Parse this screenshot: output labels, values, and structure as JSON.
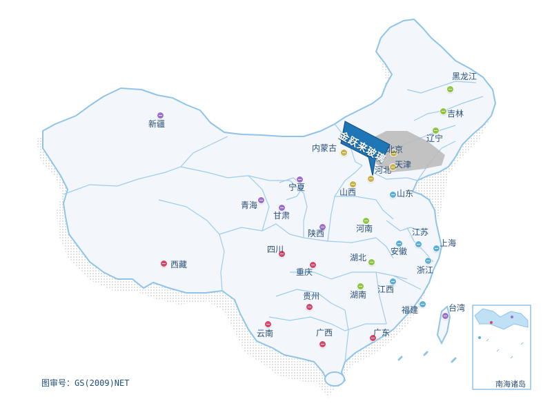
{
  "map": {
    "approval_number": "图审号：GS(2009)NET",
    "inset_label": "南海诸岛",
    "callout_text": "金跃来玻璃",
    "colors": {
      "land": "#f3f7fb",
      "border": "#8ec3ea",
      "shadow": "#c8c8c8",
      "callout": "#1f76b7",
      "highlight": "#b9b9b9"
    },
    "provinces": [
      {
        "name": "新疆",
        "marker_color": "#9b6fd2"
      },
      {
        "name": "西藏",
        "marker_color": "#d6456a"
      },
      {
        "name": "青海",
        "marker_color": "#9b6fd2"
      },
      {
        "name": "甘肃",
        "marker_color": "#9b6fd2"
      },
      {
        "name": "宁夏",
        "marker_color": "#9b6fd2"
      },
      {
        "name": "内蒙古",
        "marker_color": "#c8b14a"
      },
      {
        "name": "陕西",
        "marker_color": "#9b6fd2"
      },
      {
        "name": "四川",
        "marker_color": "#d6456a"
      },
      {
        "name": "重庆",
        "marker_color": "#d6456a"
      },
      {
        "name": "贵州",
        "marker_color": "#d6456a"
      },
      {
        "name": "云南",
        "marker_color": "#d6456a"
      },
      {
        "name": "广西",
        "marker_color": "#d6456a"
      },
      {
        "name": "广东",
        "marker_color": "#d6456a"
      },
      {
        "name": "湖南",
        "marker_color": "#8cc63f"
      },
      {
        "name": "湖北",
        "marker_color": "#8cc63f"
      },
      {
        "name": "河南",
        "marker_color": "#8cc63f"
      },
      {
        "name": "山西",
        "marker_color": "#c8b14a"
      },
      {
        "name": "河北",
        "marker_color": "#c8b14a"
      },
      {
        "name": "北京",
        "marker_color": "#c8b14a"
      },
      {
        "name": "天津",
        "marker_color": "#c8b14a"
      },
      {
        "name": "山东",
        "marker_color": "#5aaed8"
      },
      {
        "name": "江苏",
        "marker_color": "#5aaed8"
      },
      {
        "name": "安徽",
        "marker_color": "#5aaed8"
      },
      {
        "name": "上海",
        "marker_color": "#5aaed8"
      },
      {
        "name": "浙江",
        "marker_color": "#5aaed8"
      },
      {
        "name": "江西",
        "marker_color": "#5aaed8"
      },
      {
        "name": "福建",
        "marker_color": "#5aaed8"
      },
      {
        "name": "台湾",
        "marker_color": "#9b6fd2"
      },
      {
        "name": "辽宁",
        "marker_color": "#8cc63f"
      },
      {
        "name": "吉林",
        "marker_color": "#8cc63f"
      },
      {
        "name": "黑龙江",
        "marker_color": "#8cc63f"
      }
    ]
  }
}
